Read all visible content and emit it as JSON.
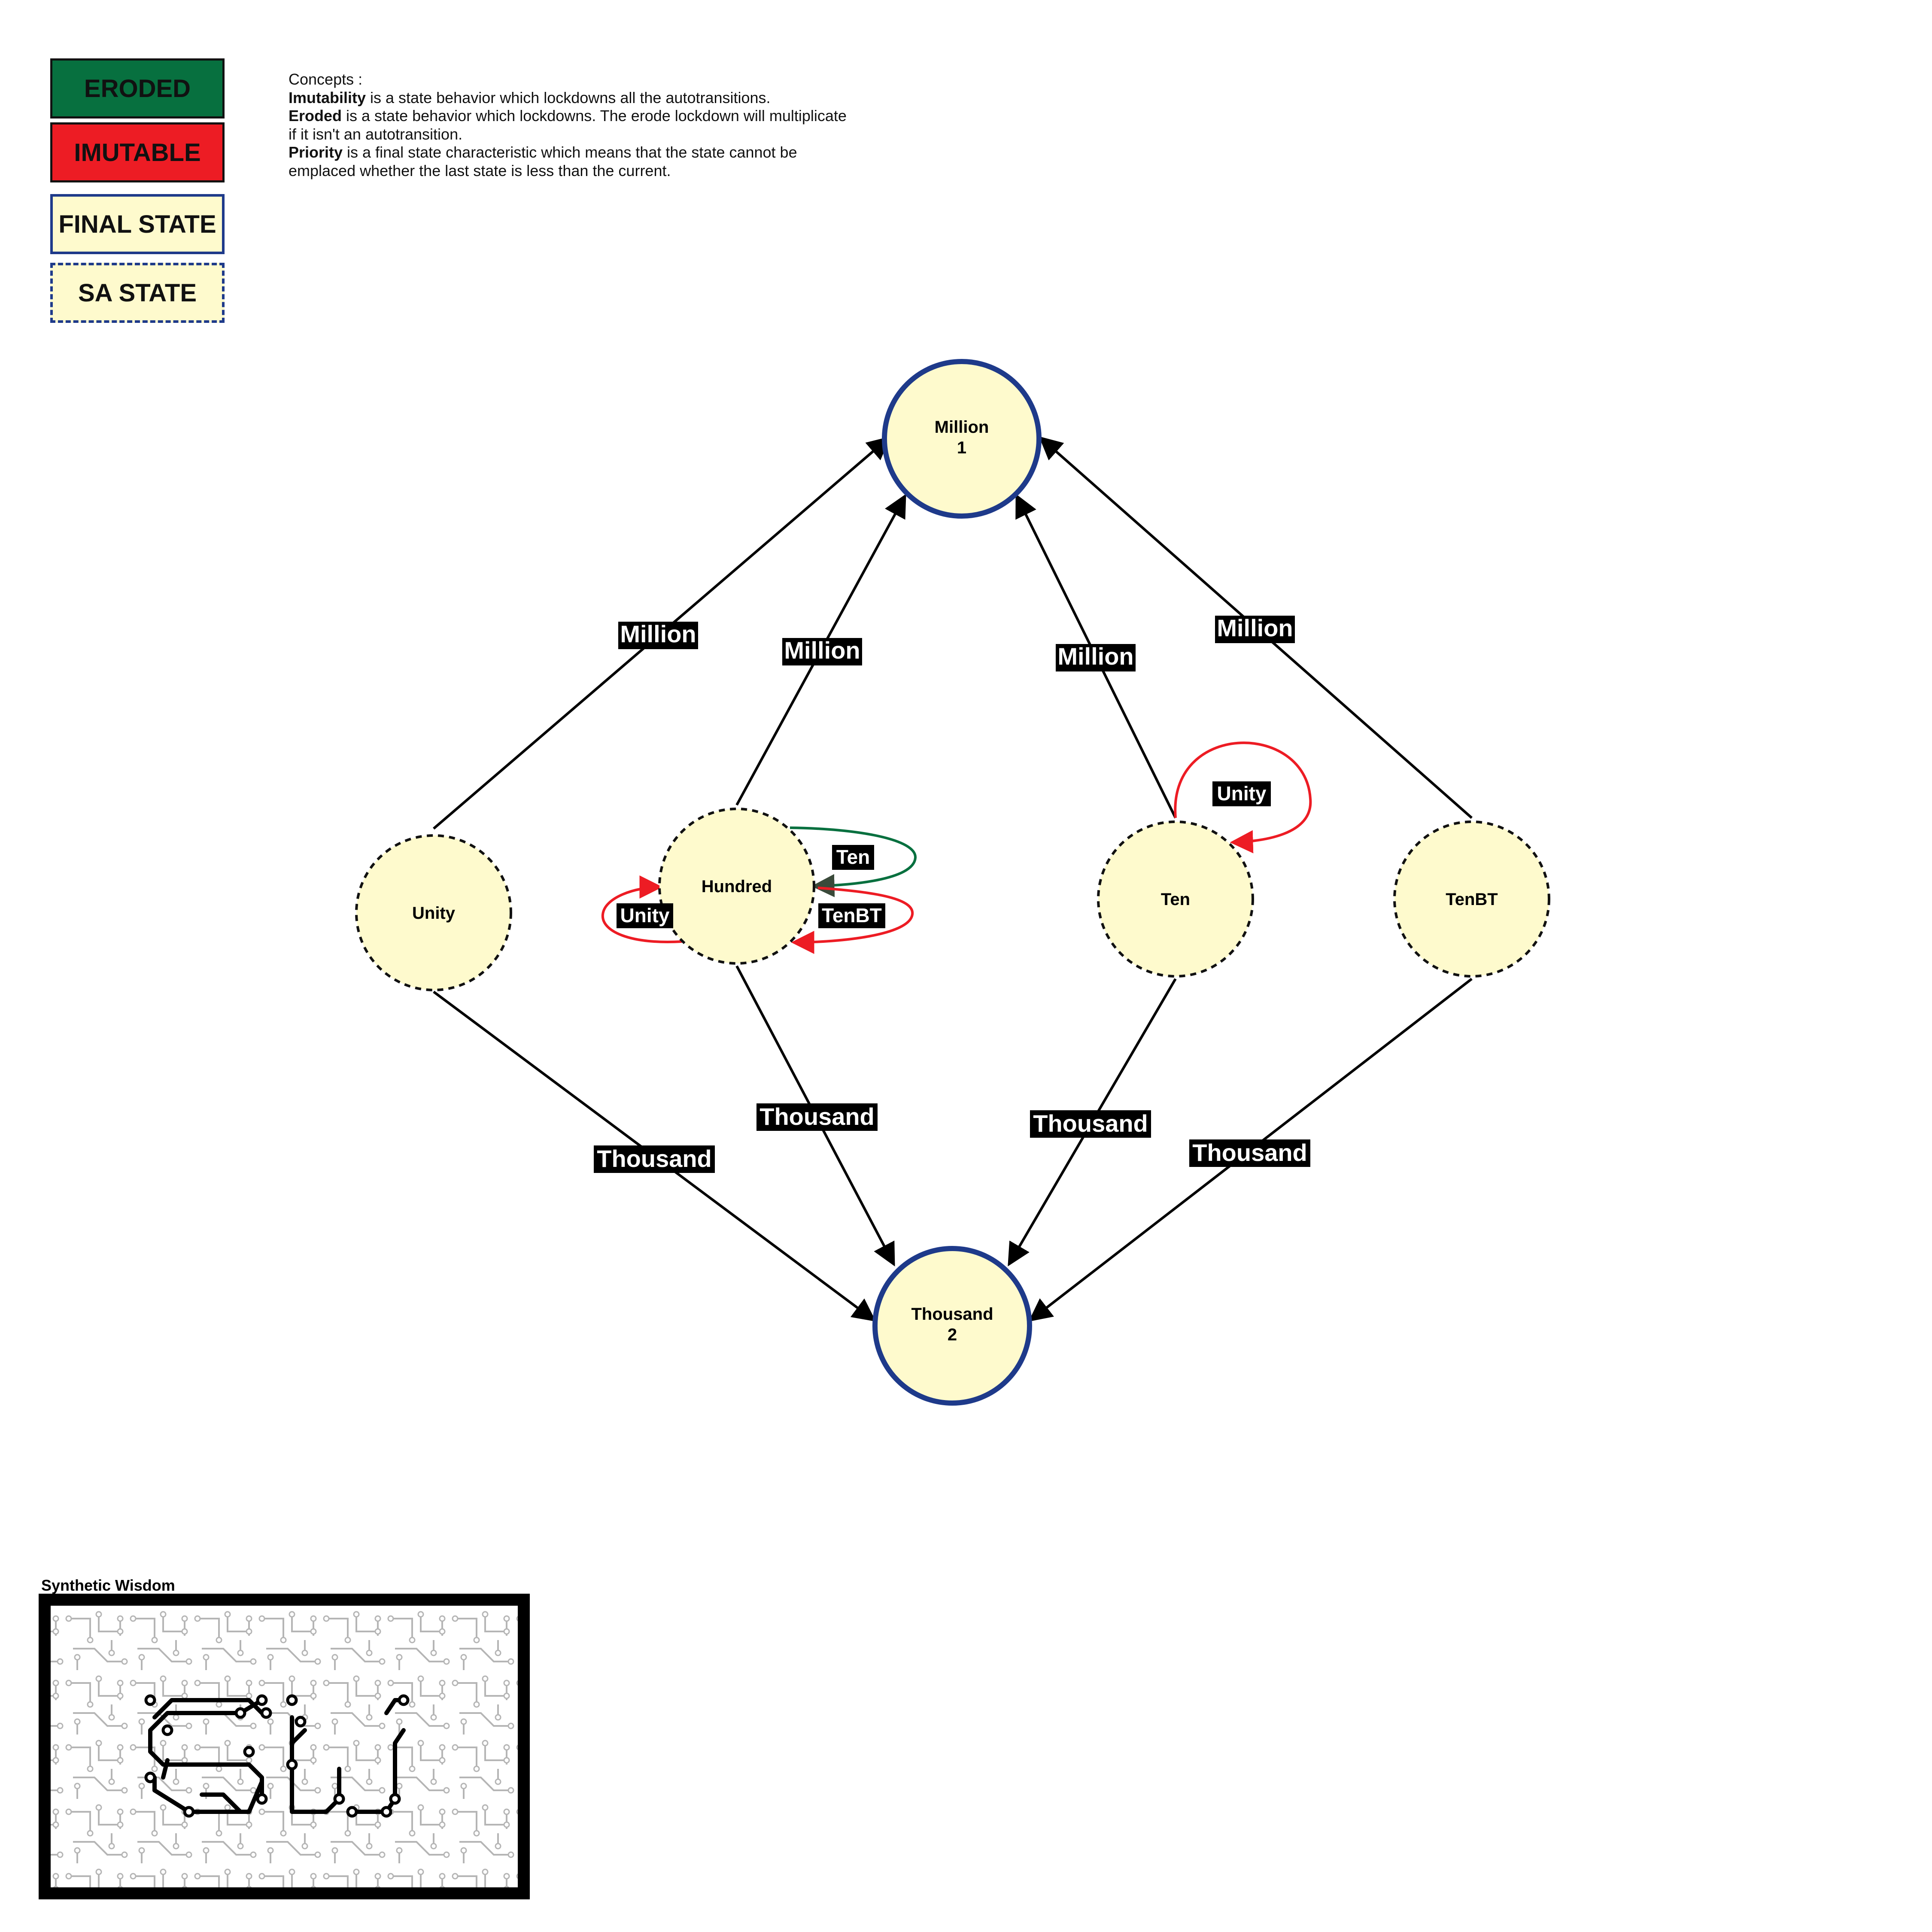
{
  "legend": {
    "eroded": {
      "label": "ERODED",
      "color": "#07703f"
    },
    "imutable": {
      "label": "IMUTABLE",
      "color": "#ed1c24"
    },
    "final_state": {
      "label": "FINAL STATE",
      "fill": "#fefacd",
      "border": "#1e3a8a"
    },
    "sa_state": {
      "label": "SA STATE",
      "fill": "#fefacd",
      "border": "#1e3a8a"
    }
  },
  "concepts": {
    "heading": "Concepts :",
    "imutability_term": "Imutability",
    "imutability_text": " is a state behavior which lockdowns all the autotransitions.",
    "eroded_term": "Eroded",
    "eroded_text": " is a state behavior which lockdowns. The erode lockdown will multiplicate if it isn't an autotransition.",
    "priority_term": "Priority",
    "priority_text": " is a final state characteristic which means that the state cannot be emplaced whether the last state is less than the current."
  },
  "nodes": {
    "million": {
      "name": "Million",
      "priority": "1"
    },
    "thousand": {
      "name": "Thousand",
      "priority": "2"
    },
    "unity": {
      "name": "Unity"
    },
    "hundred": {
      "name": "Hundred"
    },
    "ten": {
      "name": "Ten"
    },
    "tenbt": {
      "name": "TenBT"
    }
  },
  "edges": {
    "unity_million": "Million",
    "hundred_million": "Million",
    "ten_million": "Million",
    "tenbt_million": "Million",
    "unity_thousand": "Thousand",
    "hundred_thousand": "Thousand",
    "ten_thousand": "Thousand",
    "tenbt_thousand": "Thousand",
    "ten_self": "Unity",
    "hundred_ten": "Ten",
    "hundred_tenbt": "TenBT",
    "hundred_unity": "Unity"
  },
  "colors": {
    "node_fill": "#fefacd",
    "final_border": "#1e3a8a",
    "eroded_edge": "#07703f",
    "imutable_edge": "#ed1c24",
    "edge": "#000000",
    "label_bg": "#000000",
    "label_fg": "#ffffff"
  },
  "logo": {
    "caption": "Synthetic Wisdom",
    "letters": "SW"
  }
}
